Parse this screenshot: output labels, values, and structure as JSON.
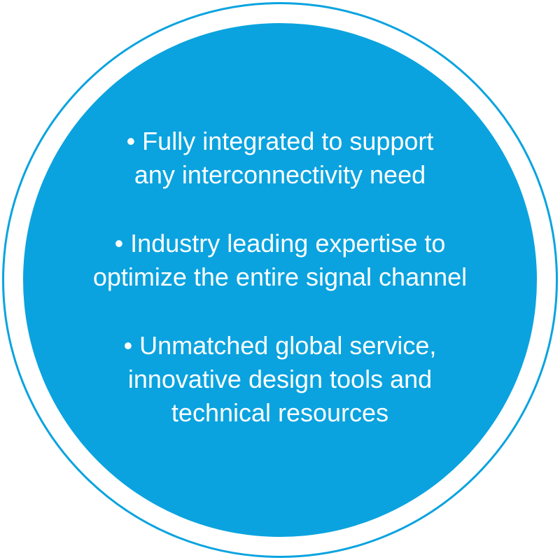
{
  "colors": {
    "brand_blue": "#0aa3df",
    "text": "#ffffff"
  },
  "bullets": [
    {
      "lines": [
        "• Fully integrated to support",
        "any interconnectivity need"
      ]
    },
    {
      "lines": [
        "• Industry leading expertise to",
        "optimize the entire signal channel"
      ]
    },
    {
      "lines": [
        "• Unmatched global service,",
        "innovative design tools and",
        "technical resources"
      ]
    }
  ]
}
